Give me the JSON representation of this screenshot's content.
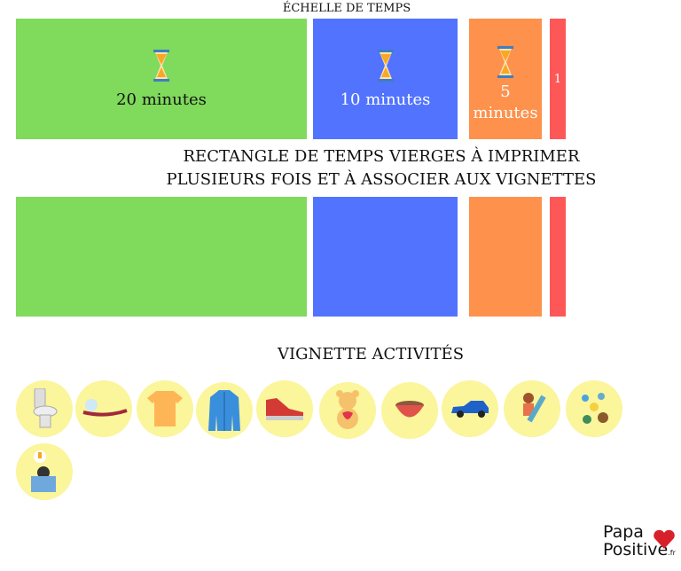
{
  "scale_title": "ÉCHELLE DE TEMPS",
  "time_blocks": [
    {
      "label": "20 minutes",
      "color": "#80da5c"
    },
    {
      "label": "10 minutes",
      "color": "#5273fe"
    },
    {
      "label": "5 minutes",
      "color": "#fe914c"
    },
    {
      "label": "1",
      "color": "#fe5757"
    }
  ],
  "blank_heading": {
    "line1": "RECTANGLE DE TEMPS VIERGES À IMPRIMER",
    "line2": "PLUSIEURS FOIS ET À ASSOCIER AUX VIGNETTES"
  },
  "activities_heading": "VIGNETTE ACTIVITÉS",
  "activities": [
    "toilet-icon",
    "toothbrush-icon",
    "tshirt-icon",
    "jacket-icon",
    "shoe-icon",
    "teddy-bear-icon",
    "bowl-icon",
    "car-icon",
    "drawing-child-icon",
    "toys-icon",
    "reading-icon"
  ],
  "logo": {
    "line1": "Papa",
    "line2": "Positive",
    "suffix": ".fr"
  }
}
